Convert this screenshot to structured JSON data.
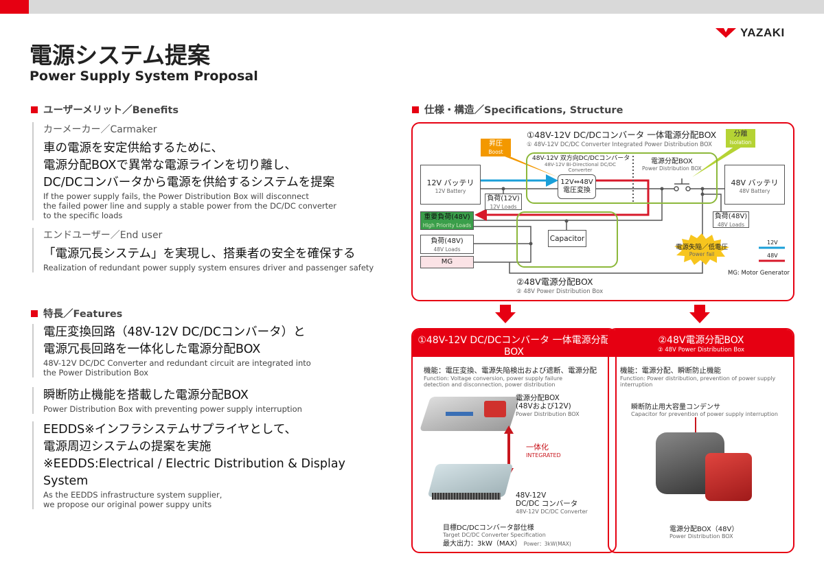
{
  "brand": {
    "name": "YAZAKI",
    "color": "#e60012"
  },
  "header": {
    "title": "電源システム提案",
    "subtitle": "Power Supply System Proposal"
  },
  "benefits": {
    "heading": "ユーザーメリット／Benefits",
    "carmaker": {
      "label": "カーメーカー／Carmaker",
      "jp": [
        "車の電源を安定供給するために、",
        "電源分配BOXで異常な電源ラインを切り離し、",
        "DC/DCコンバータから電源を供給するシステムを提案"
      ],
      "en": [
        "If the power supply fails, the Power Distribution Box will disconnect",
        "the failed power line and supply a stable power from the DC/DC converter",
        "to the specific loads"
      ]
    },
    "enduser": {
      "label": "エンドユーザー／End user",
      "jp": "「電源冗長システム」を実現し、搭乗者の安全を確保する",
      "en": "Realization of redundant power supply system ensures driver and passenger safety"
    }
  },
  "features": {
    "heading": "特長／Features",
    "items": [
      {
        "jp": [
          "電圧変換回路（48V-12V DC/DCコンバータ）と",
          "電源冗長回路を一体化した電源分配BOX"
        ],
        "en": [
          "48V-12V DC/DC Converter and redundant circuit are integrated into",
          "the Power Distribution Box"
        ]
      },
      {
        "jp": [
          "瞬断防止機能を搭載した電源分配BOX"
        ],
        "en": [
          "Power Distribution Box with preventing power supply interruption"
        ]
      },
      {
        "jp": [
          "EEDDS※インフラシステムサプライヤとして、",
          "電源周辺システムの提案を実施",
          "※EEDDS:Electrical / Electric Distribution & Display System"
        ],
        "en": [
          "As the EEDDS infrastructure system supplier,",
          "we propose our original power suppy units"
        ]
      }
    ]
  },
  "specs": {
    "heading": "仕様・構造／Specifications, Structure",
    "diagram": {
      "box1_title": "①48V-12V DC/DCコンバータ 一体電源分配BOX",
      "box1_sub": "① 48V-12V DC/DC Converter Integrated Power Distribution BOX",
      "boost": "昇圧",
      "boost_en": "Boost",
      "isolation": "分離",
      "isolation_en": "Isolation",
      "bidir": "48V-12V 双方向DC/DCコンバータ",
      "bidir_en": "48V-12V Bi-Directional DC/DC Converter",
      "pdb": "電源分配BOX",
      "pdb_en": "Power Distribution BOX",
      "bat12": "12V バッテリ",
      "bat12_en": "12V Battery",
      "bat48": "48V バッテリ",
      "bat48_en": "48V Battery",
      "conv": "12V⇔48V",
      "conv2": "電圧変換",
      "load12": "負荷(12V)",
      "load12_en": "12V Loads",
      "hp": "重要負荷(48V)",
      "hp_en": "High Priority Loads",
      "load48": "負荷(48V)",
      "load48_en": "48V Loads",
      "mg": "MG",
      "capacitor": "Capacitor",
      "fail": "電源失陥／低電圧",
      "fail_en": "Power fail",
      "legend_12": "12V",
      "legend_48": "48V",
      "mg_note": "MG: Motor Generator",
      "box2_title": "②48V電源分配BOX",
      "box2_sub": "② 48V Power Distribution Box",
      "colors": {
        "v12": "#1a9fd8",
        "v48": "#d7182a",
        "boost": "#f39800",
        "isolation": "#b5d334",
        "hp": "#3a9e4a",
        "mg": "#fbe3e6"
      }
    }
  },
  "panel1": {
    "title": "①48V-12V DC/DCコンバータ 一体電源分配BOX",
    "sub": "① 48V-12V DC/DC Converter Integrated Power Distribution BOX",
    "func": "機能：電圧変換、電源失陥検出および遮断、電源分配",
    "func_en": [
      "Function: Voltage conversion, power supply failure",
      "detection and disconnection, power distribution"
    ],
    "pdb": [
      "電源分配BOX",
      "(48Vおよび12V)"
    ],
    "pdb_en": "Power Distribution BOX",
    "integrated": "一体化",
    "integrated_en": "INTEGRATED",
    "conv": [
      "48V-12V",
      "DC/DC コンバータ"
    ],
    "conv_en": "48V-12V DC/DC Converter",
    "spec": "目標DC/DCコンバータ部仕様",
    "spec_en": "Target DC/DC Converter Specification",
    "power": "最大出力：3kW（MAX）",
    "power_en": "Power：3kW(MAX)"
  },
  "panel2": {
    "title": "②48V電源分配BOX",
    "sub": "② 48V Power Distribution Box",
    "func": "機能：電源分配、瞬断防止機能",
    "func_en": [
      "Function: Power distribution, prevention of power supply",
      "interruption"
    ],
    "cap": "瞬断防止用大容量コンデンサ",
    "cap_en": "Capacitor for prevention of power supply interruption",
    "box": "電源分配BOX（48V）",
    "box_en": "Power Distribution BOX"
  }
}
